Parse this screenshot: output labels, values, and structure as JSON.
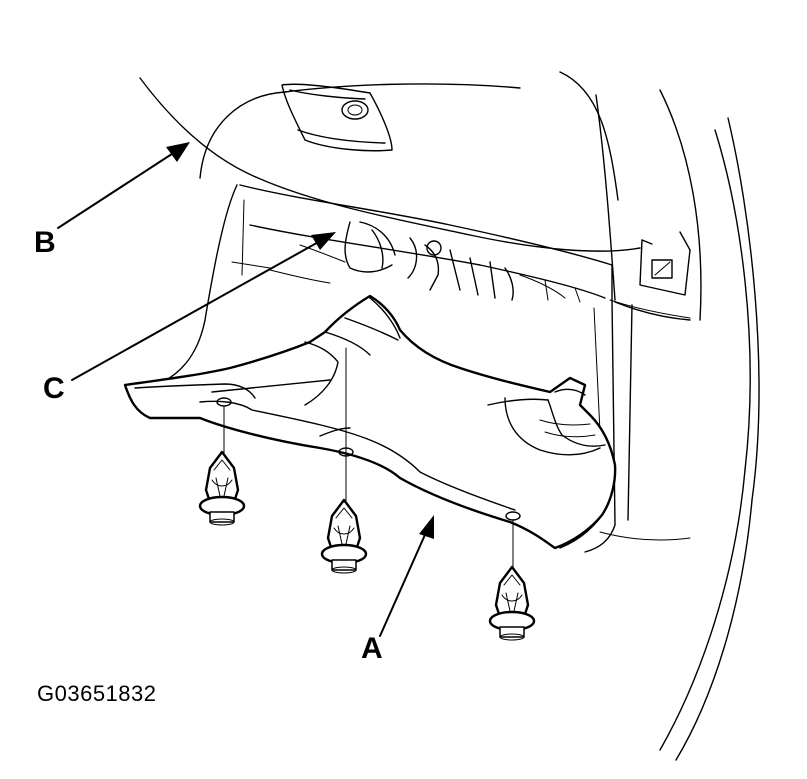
{
  "callouts": {
    "a": "A",
    "b": "B",
    "c": "C"
  },
  "figure_id": "G03651832",
  "colors": {
    "line": "#000000",
    "background": "#ffffff"
  }
}
